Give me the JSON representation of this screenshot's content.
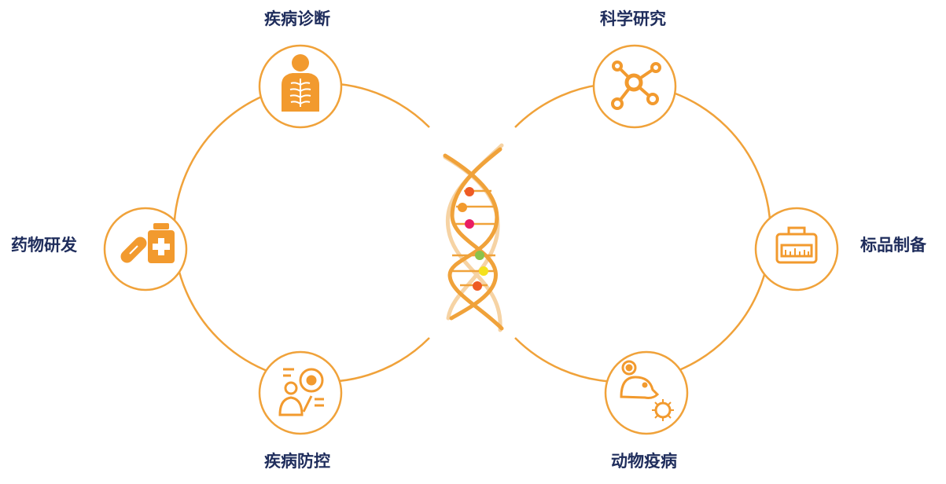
{
  "colors": {
    "orange": "#f0a23a",
    "icon_orange": "#f29a2e",
    "label_navy": "#1f2d5c",
    "dna_dots": [
      "#ee5a24",
      "#f29a2e",
      "#e91e63",
      "#8bc34a",
      "#f5e11d",
      "#ee5a24"
    ]
  },
  "left_cycle": {
    "nodes": [
      {
        "label": "疾病诊断",
        "icon": "human-chest-xray-icon"
      },
      {
        "label": "药物研发",
        "icon": "medicine-pill-bottle-icon"
      },
      {
        "label": "疾病防控",
        "icon": "person-virus-clipboard-icon"
      }
    ]
  },
  "right_cycle": {
    "nodes": [
      {
        "label": "科学研究",
        "icon": "molecule-network-icon"
      },
      {
        "label": "标品制备",
        "icon": "lab-ruler-box-icon"
      },
      {
        "label": "动物疫病",
        "icon": "mouse-virus-icon"
      }
    ]
  },
  "center": {
    "icon": "dna-helix-icon"
  }
}
